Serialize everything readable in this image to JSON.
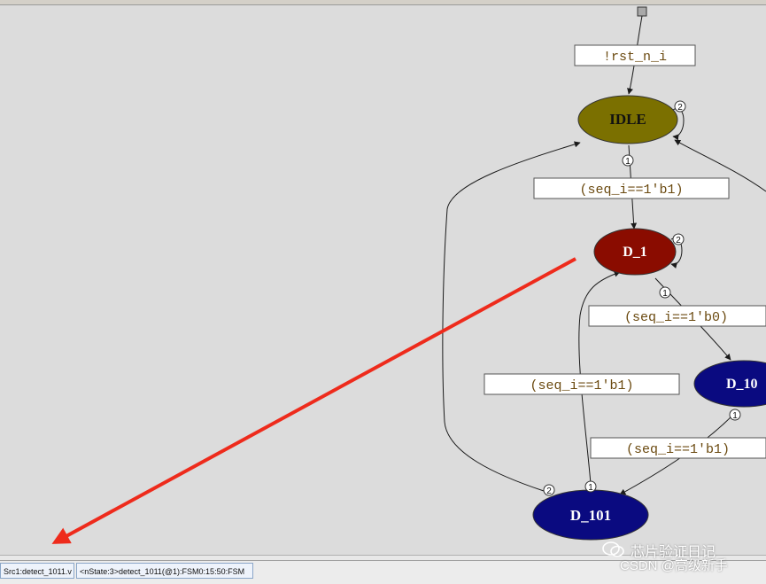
{
  "diagram": {
    "states": [
      {
        "id": "IDLE",
        "label": "IDLE",
        "color": "#7b7000",
        "text_color": "#111111",
        "self_loop_label": "2"
      },
      {
        "id": "D_1",
        "label": "D_1",
        "color": "#8a0c00",
        "text_color": "#ffffff",
        "self_loop_label": "2"
      },
      {
        "id": "D_10",
        "label": "D_10",
        "color": "#0a0a80",
        "text_color": "#ffffff"
      },
      {
        "id": "D_101",
        "label": "D_101",
        "color": "#0a0a80",
        "text_color": "#ffffff"
      }
    ],
    "conditions": {
      "reset": "!rst_n_i",
      "idle_to_d1": "(seq_i==1'b1)",
      "d1_to_d10": "(seq_i==1'b0)",
      "d101_to_d1": "(seq_i==1'b1)",
      "d10_to_d101": "(seq_i==1'b1)"
    },
    "priority_labels": {
      "idle_to_d1": "1",
      "d1_to_d10": "1",
      "d10_to_d101": "1",
      "d101_to_d1": "1",
      "d101_to_idle": "2"
    }
  },
  "status_bar": {
    "tab1": "Src1:detect_1011.v",
    "tab2": "<nState:3>detect_1011(@1):FSM0:15:50:FSM"
  },
  "watermark": {
    "account": "芯片验证日记",
    "source": "CSDN @高级新手"
  },
  "colors": {
    "annotation_arrow": "#ee2b1c",
    "background": "#dcdcdc",
    "edge": "#1a1a1a",
    "label_box": "#ffffff",
    "label_text": "#6b4a10"
  }
}
